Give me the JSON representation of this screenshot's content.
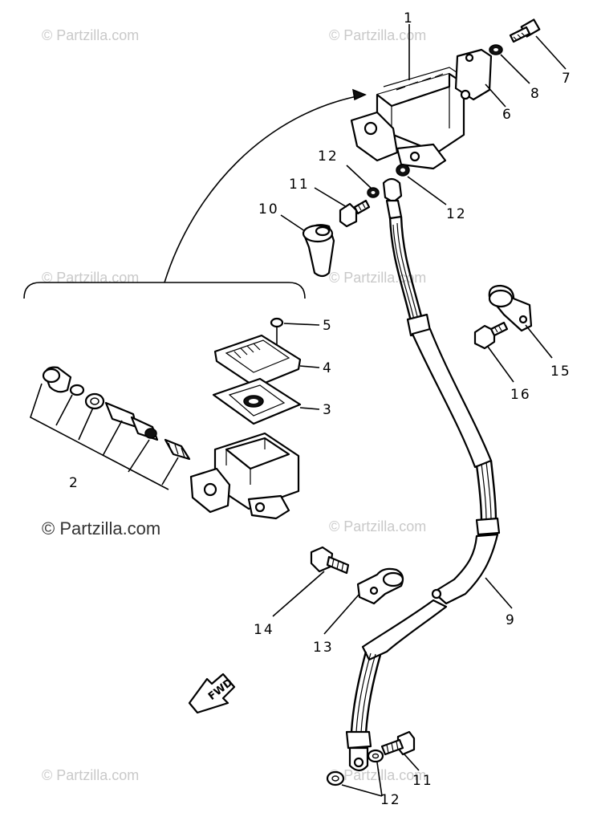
{
  "watermarks": {
    "small": "© Partzilla.com",
    "large": "© Partzilla.com"
  },
  "callouts": {
    "c1": "1",
    "c2": "2",
    "c3": "3",
    "c4": "4",
    "c5": "5",
    "c6": "6",
    "c7": "7",
    "c8": "8",
    "c9": "9",
    "c10": "10",
    "c11a": "11",
    "c11b": "11",
    "c12a": "12",
    "c12b": "12",
    "c12c": "12",
    "c13": "13",
    "c14": "14",
    "c15": "15",
    "c16": "16"
  },
  "fwd_mark": "FWD"
}
